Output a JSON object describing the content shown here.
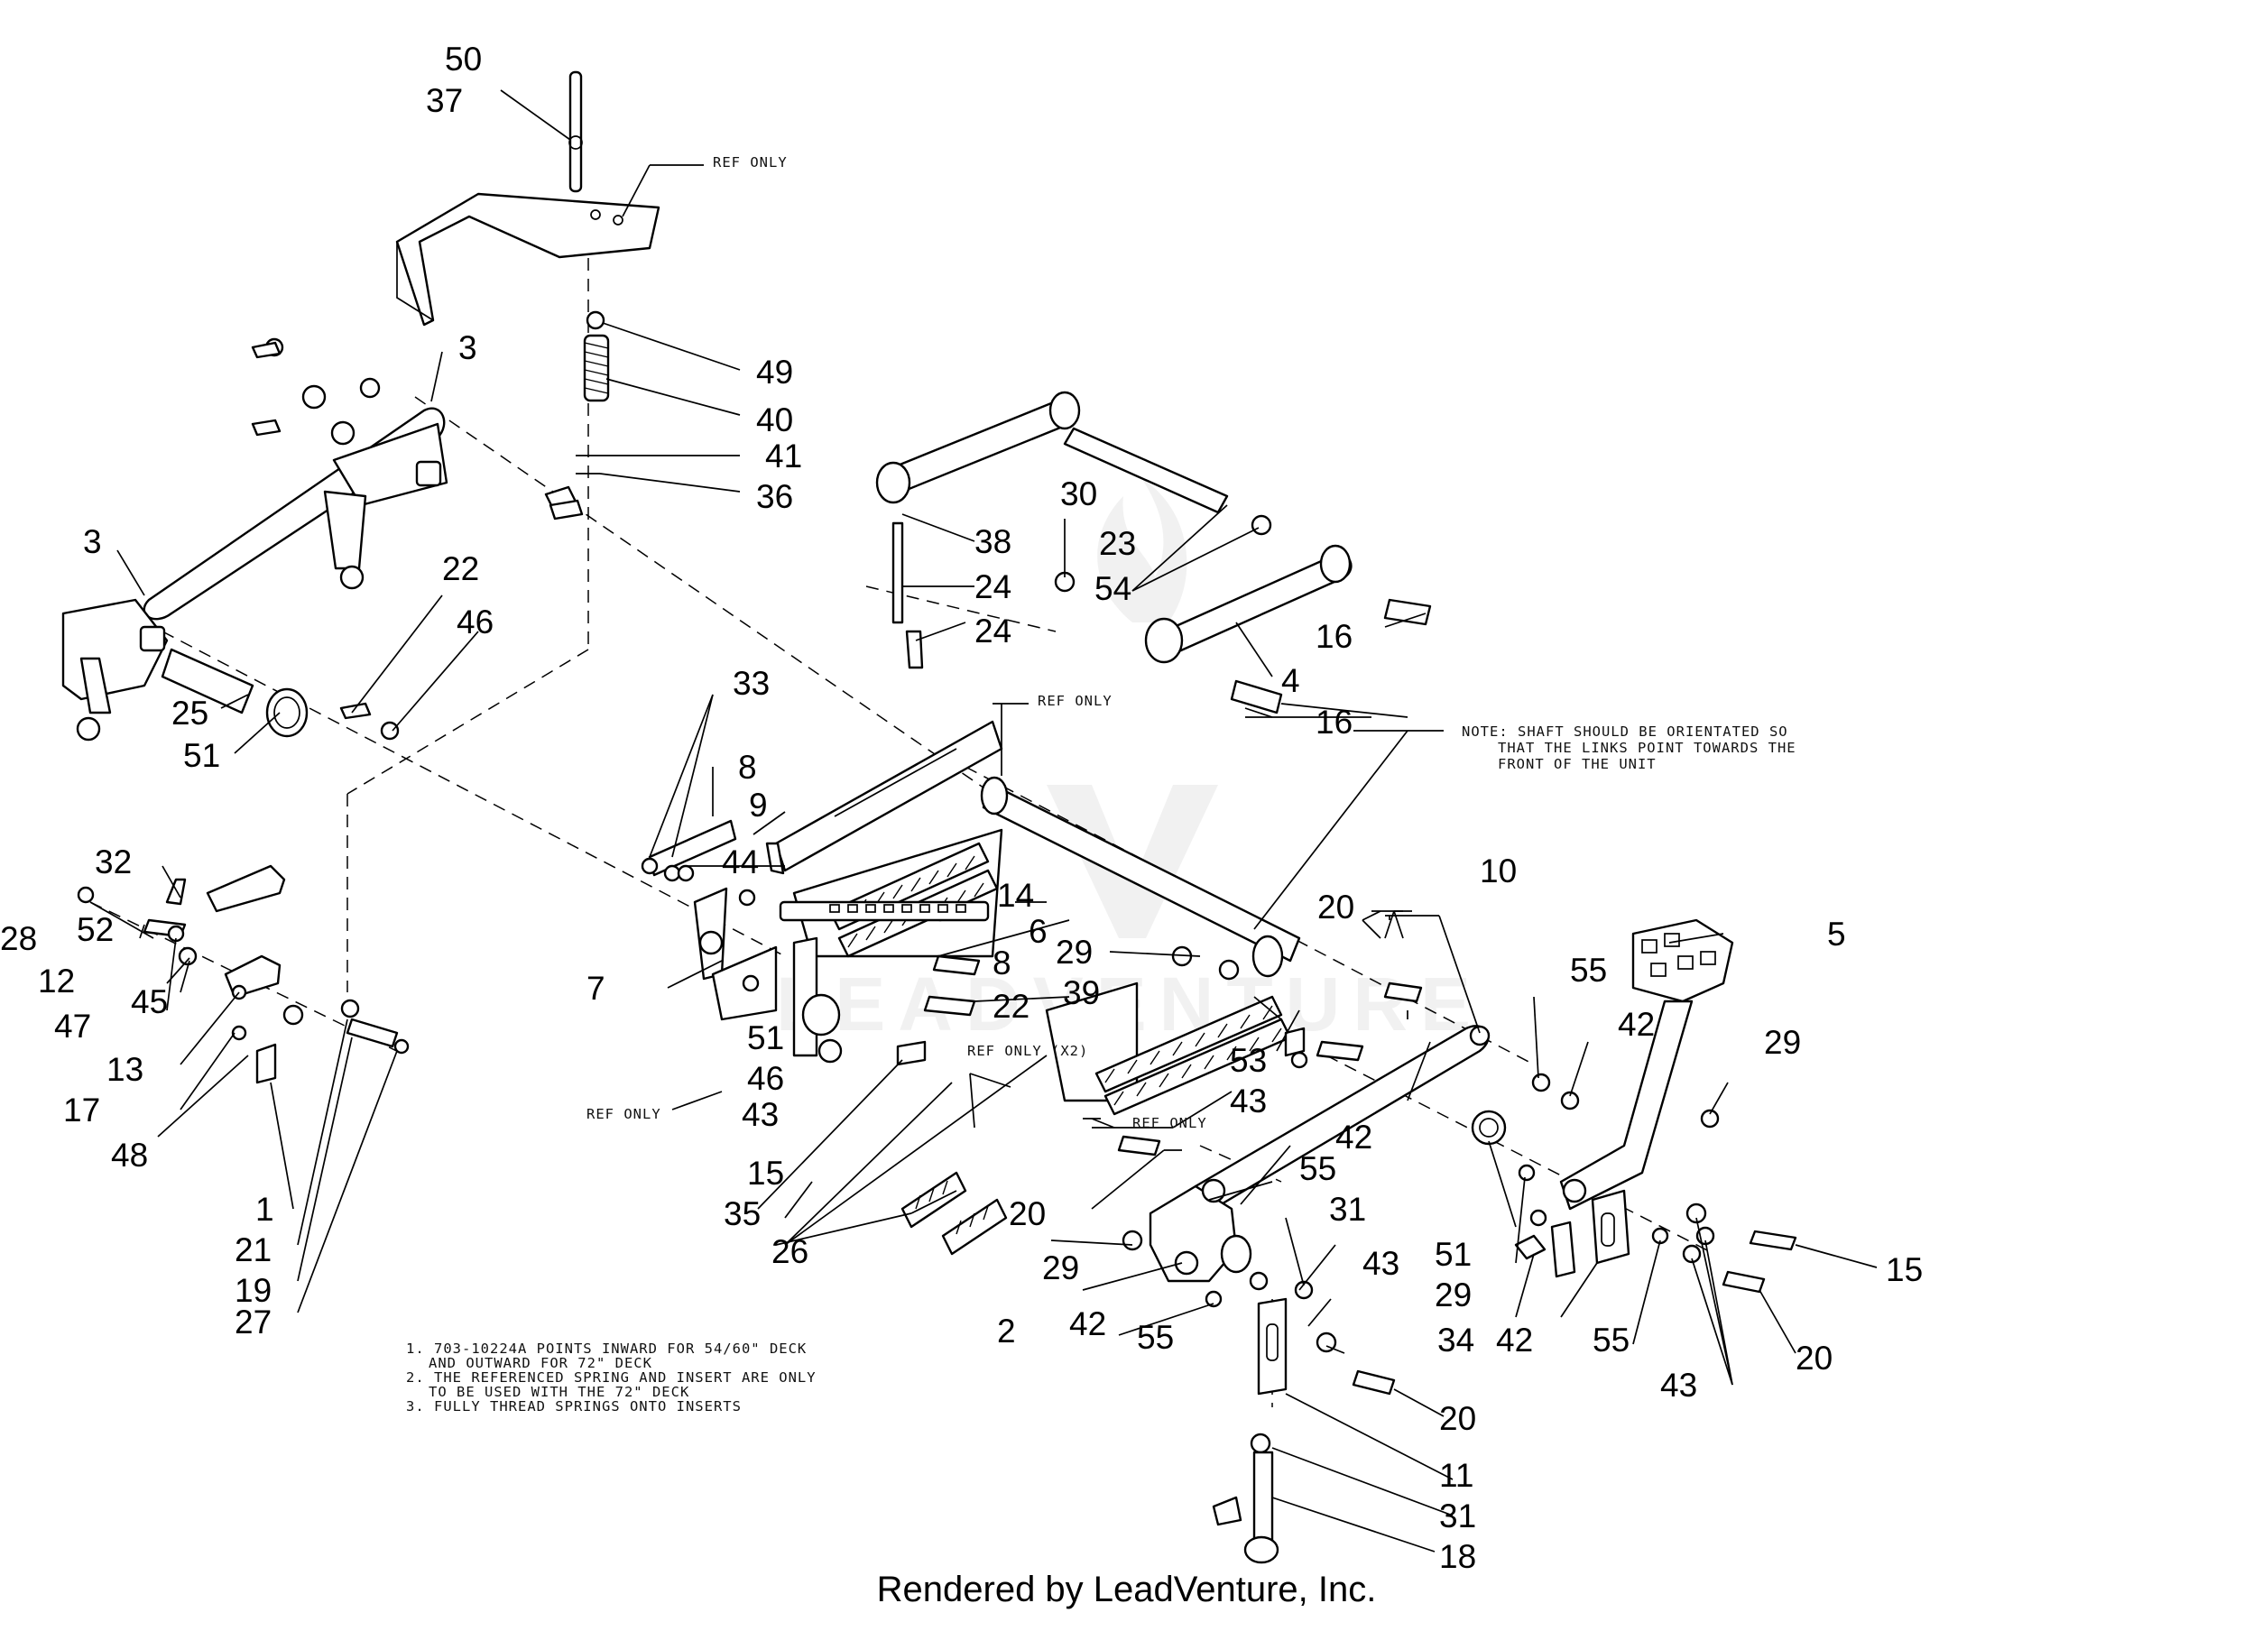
{
  "diagram": {
    "callouts": [
      "50",
      "37",
      "49",
      "40",
      "41",
      "36",
      "3",
      "3",
      "22",
      "46",
      "25",
      "51",
      "30",
      "38",
      "23",
      "24",
      "54",
      "24",
      "16",
      "4",
      "16",
      "33",
      "8",
      "9",
      "44",
      "32",
      "28",
      "52",
      "12",
      "47",
      "45",
      "13",
      "17",
      "48",
      "1",
      "21",
      "19",
      "27",
      "14",
      "6",
      "7",
      "29",
      "8",
      "22",
      "39",
      "51",
      "46",
      "43",
      "53",
      "43",
      "15",
      "35",
      "26",
      "20",
      "10",
      "20",
      "5",
      "55",
      "42",
      "29",
      "42",
      "55",
      "31",
      "51",
      "29",
      "34",
      "42",
      "55",
      "15",
      "43",
      "20",
      "2",
      "29",
      "42",
      "55",
      "43",
      "20",
      "11",
      "31",
      "18"
    ],
    "ref_labels": [
      "REF ONLY",
      "REF ONLY",
      "REF ONLY",
      "REF ONLY (X2)",
      "REF ONLY"
    ],
    "shaft_note": [
      "NOTE: SHAFT SHOULD BE ORIENTATED SO",
      "THAT THE LINKS POINT TOWARDS THE",
      "FRONT OF THE UNIT"
    ],
    "notes": [
      "1. 703-10224A POINTS INWARD FOR 54/60\" DECK",
      "AND OUTWARD FOR 72\" DECK",
      "2. THE REFERENCED SPRING AND INSERT ARE ONLY",
      "TO BE USED WITH THE 72\" DECK",
      "3. FULLY THREAD SPRINGS ONTO INSERTS"
    ],
    "watermark_text": "LEADVENTURE"
  },
  "footer": {
    "credit": "Rendered by LeadVenture, Inc."
  }
}
